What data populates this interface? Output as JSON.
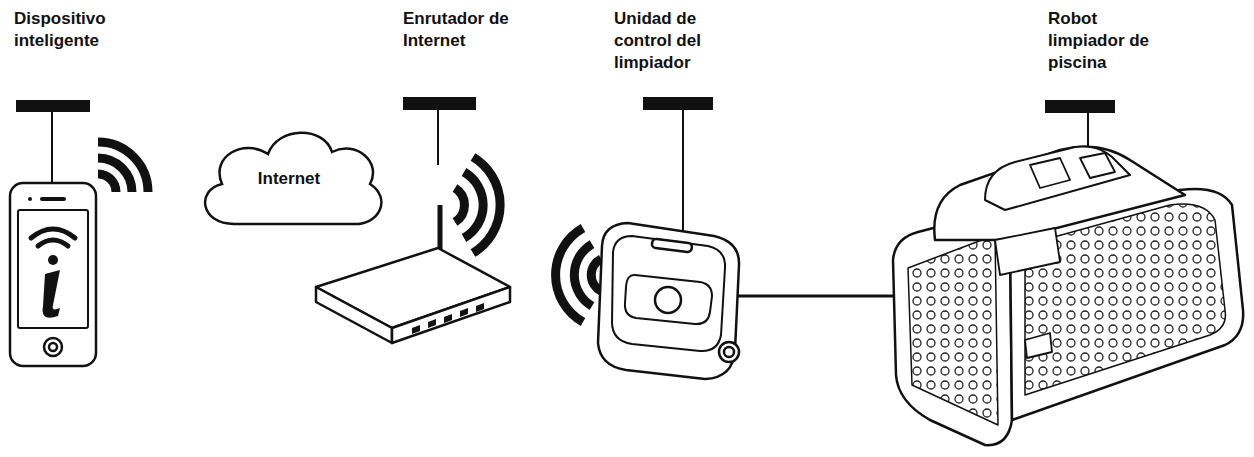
{
  "diagram": {
    "nodes": [
      {
        "text": [
          "Internet"
        ]
      }
    ],
    "labels": [
      "Dispositivo inteligente",
      "Enrutador de Internet",
      "Unidad de control del limpiador",
      "Robot limpiador de piscina"
    ]
  }
}
